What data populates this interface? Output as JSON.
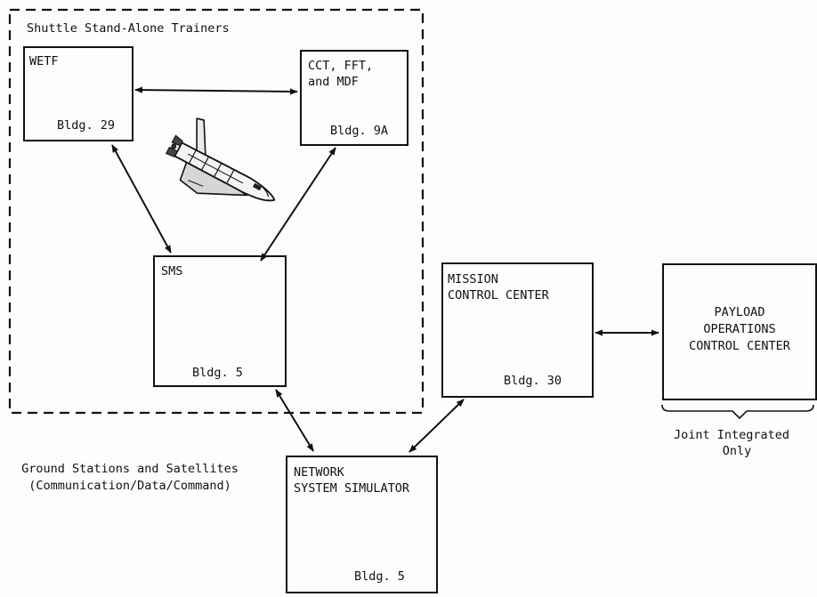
{
  "group": {
    "label": "Shuttle Stand-Alone Trainers"
  },
  "nodes": {
    "wetf": {
      "name": "WETF",
      "location": "Bldg. 29"
    },
    "cct": {
      "name_lines": [
        "CCT, FFT,",
        "and MDF"
      ],
      "location": "Bldg. 9A"
    },
    "sms": {
      "name": "SMS",
      "location": "Bldg. 5"
    },
    "mcc": {
      "name_lines": [
        "MISSION",
        "CONTROL CENTER"
      ],
      "location": "Bldg. 30"
    },
    "pocc": {
      "name_lines": [
        "PAYLOAD",
        "OPERATIONS",
        "CONTROL CENTER"
      ]
    },
    "nss": {
      "name_lines": [
        "NETWORK",
        "SYSTEM SIMULATOR"
      ],
      "location": "Bldg. 5"
    }
  },
  "annotations": {
    "pocc_note": [
      "Joint Integrated",
      "Only"
    ],
    "ground_stations": [
      "Ground Stations and Satellites",
      "(Communication/Data/Command)"
    ]
  },
  "icons": {
    "shuttle": "space-shuttle-icon"
  },
  "colors": {
    "ink": "#111111",
    "background": "#fdfdfc"
  }
}
